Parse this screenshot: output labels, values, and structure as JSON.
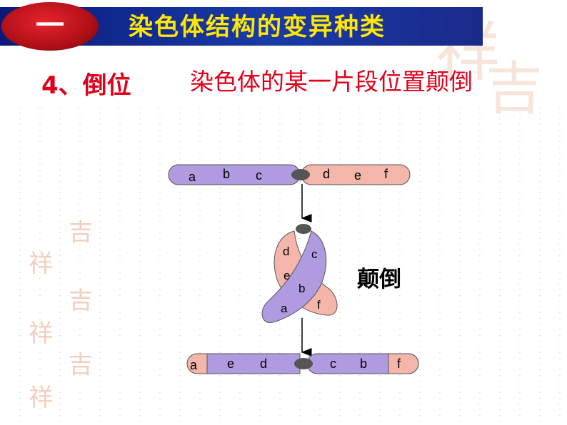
{
  "header": {
    "number": "一",
    "title": "染色体结构的变异种类"
  },
  "section": {
    "label": "4、倒位",
    "description": "染色体的某一片段位置颠倒"
  },
  "diagram": {
    "original_genes": [
      "a",
      "b",
      "c",
      "d",
      "e",
      "f"
    ],
    "loop_genes_left": [
      "d",
      "e"
    ],
    "loop_genes_right": [
      "c",
      "b",
      "a"
    ],
    "loop_gene_tail": "f",
    "inverted_genes": [
      "a",
      "e",
      "d",
      "c",
      "b",
      "f"
    ],
    "label": "颠倒"
  },
  "colors": {
    "pink": "#f4b6aa",
    "purple": "#b09ae0",
    "centromere": "#555555",
    "title_red": "#e0001b",
    "header_blue": "#13269a",
    "header_yellow": "#ffe800"
  },
  "icons": [
    "decorative-seal-icon"
  ]
}
